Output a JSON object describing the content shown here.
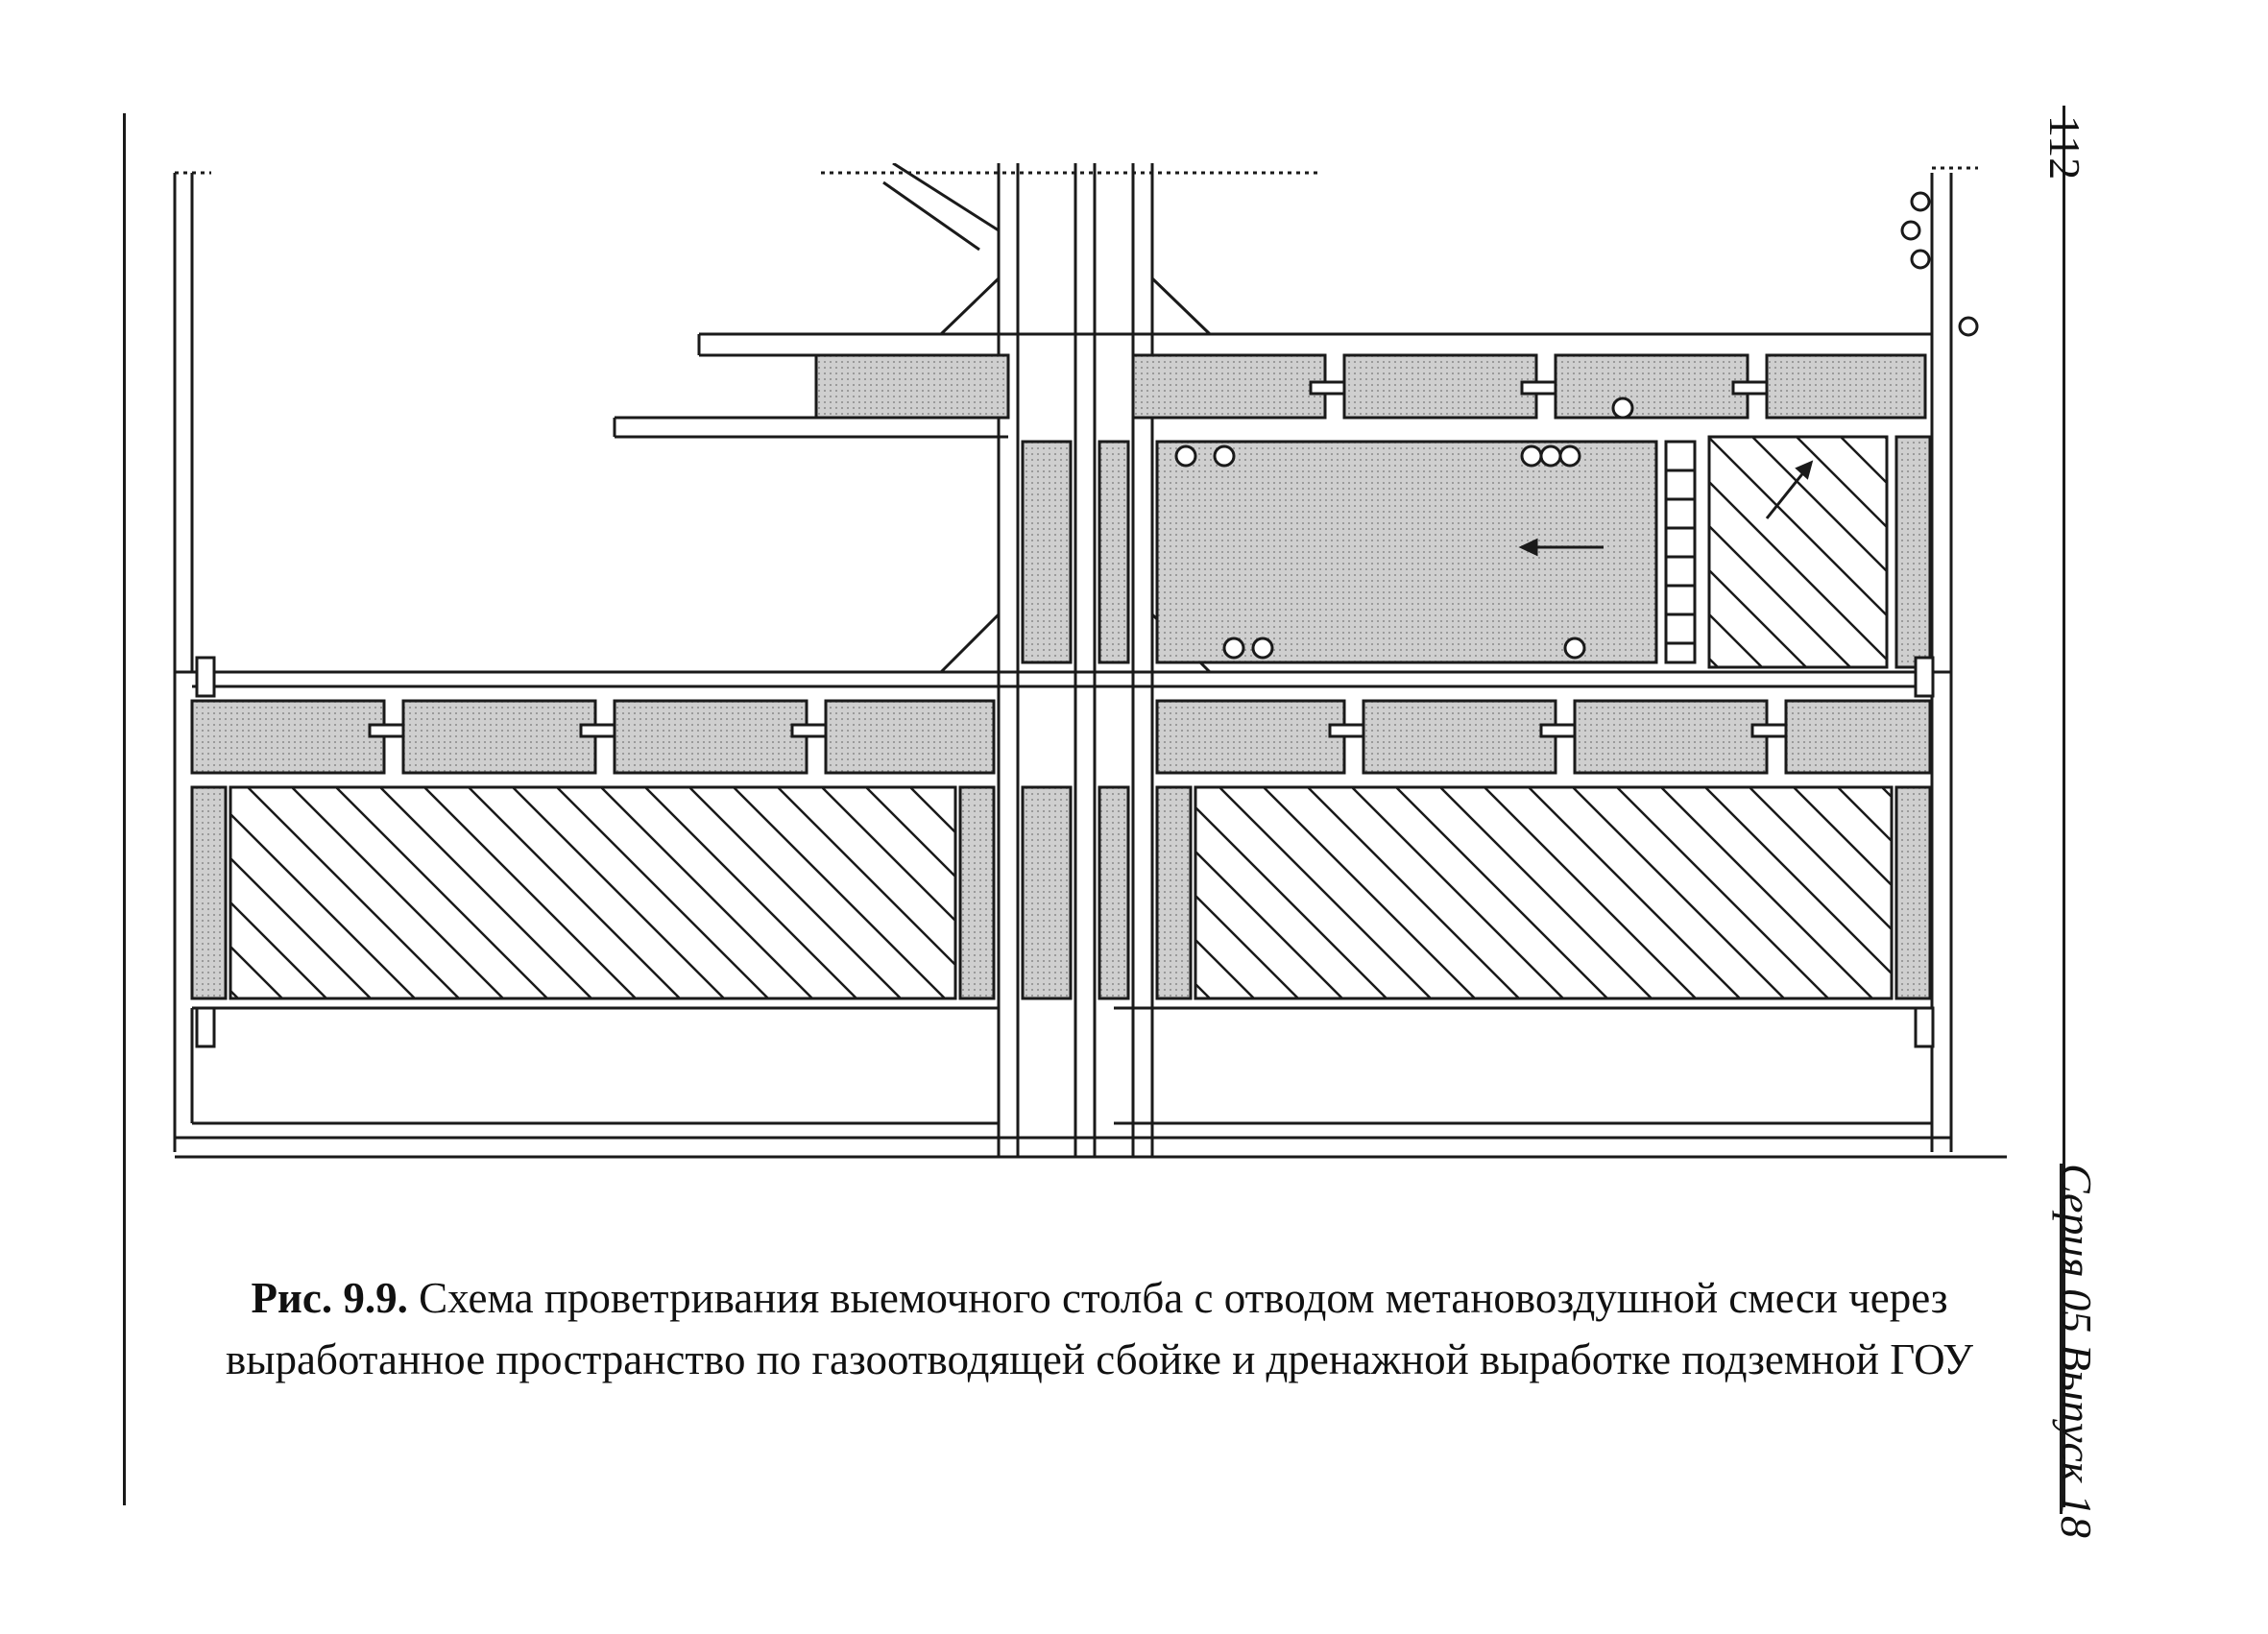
{
  "page": {
    "number": "112",
    "series": "Серия 05 Выпуск 18"
  },
  "caption": {
    "label": "Рис. 9.9.",
    "line1": " Схема проветривания выемочного столба с отводом метановоздушной смеси через",
    "line2": "выработанное пространство по газоотводящей сбойке и дренажной выработке подземной ГОУ"
  },
  "colors": {
    "ink": "#1a1a1a",
    "pillar": "#b7b7b7",
    "goaf": "#cfcfcf",
    "paper": "#ffffff"
  },
  "icons": {
    "airflow": "arrow-icon",
    "gas_valve": "valve-circle-icon",
    "door": "ventilation-door-icon"
  }
}
